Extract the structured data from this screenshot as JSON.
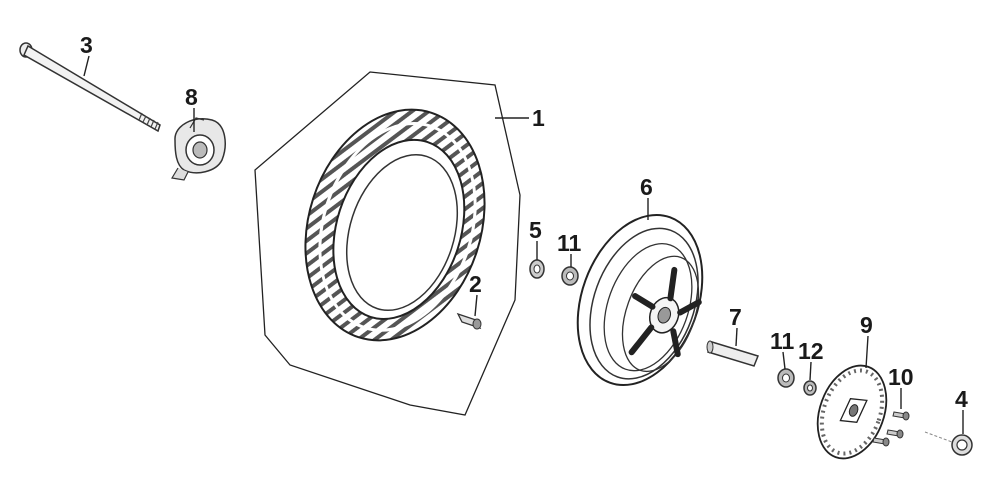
{
  "diagram": {
    "part_labels": [
      "1",
      "2",
      "3",
      "4",
      "5",
      "6",
      "7",
      "8",
      "9",
      "10",
      "11",
      "11",
      "12"
    ],
    "parts": [
      {
        "id": "tire",
        "label": "1"
      },
      {
        "id": "valve",
        "label": "2"
      },
      {
        "id": "axle",
        "label": "3"
      },
      {
        "id": "collar",
        "label": "4"
      },
      {
        "id": "bearing-left",
        "label": "5"
      },
      {
        "id": "rim",
        "label": "6"
      },
      {
        "id": "spacer",
        "label": "7"
      },
      {
        "id": "speedometer-gearbox",
        "label": "8"
      },
      {
        "id": "brake-disc",
        "label": "9"
      },
      {
        "id": "disc-bolts",
        "label": "10"
      },
      {
        "id": "oil-seal-left",
        "label": "11"
      },
      {
        "id": "oil-seal-right",
        "label": "11"
      },
      {
        "id": "bearing-right",
        "label": "12"
      }
    ]
  }
}
